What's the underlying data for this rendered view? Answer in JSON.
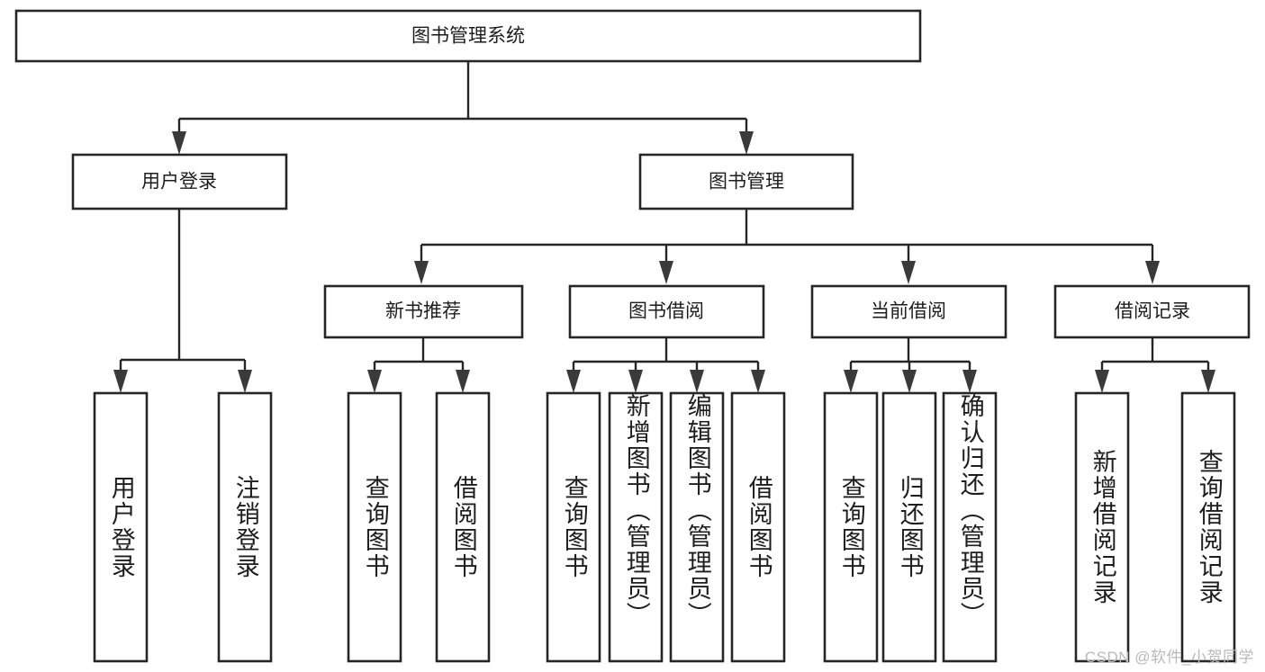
{
  "diagram": {
    "type": "tree-hierarchy-chart",
    "title": "图书管理系统",
    "watermark": "CSDN @软件_小贺同学",
    "colors": {
      "box_stroke": "#262626",
      "box_fill": "#ffffff",
      "connector": "#262626",
      "text": "#1d1d1d",
      "watermark": "#b9b9b9"
    },
    "root": {
      "label": "图书管理系统",
      "orientation": "horizontal"
    },
    "level2": [
      {
        "label": "用户登录",
        "orientation": "horizontal"
      },
      {
        "label": "图书管理",
        "orientation": "horizontal"
      }
    ],
    "level3": [
      {
        "label": "新书推荐",
        "orientation": "horizontal",
        "parent": "图书管理"
      },
      {
        "label": "图书借阅",
        "orientation": "horizontal",
        "parent": "图书管理"
      },
      {
        "label": "当前借阅",
        "orientation": "horizontal",
        "parent": "图书管理"
      },
      {
        "label": "借阅记录",
        "orientation": "horizontal",
        "parent": "图书管理"
      }
    ],
    "leaves": {
      "user_login": [
        {
          "label": "用户登录",
          "orientation": "vertical"
        },
        {
          "label": "注销登录",
          "orientation": "vertical"
        }
      ],
      "new_book_recommend": [
        {
          "label": "查询图书",
          "orientation": "vertical"
        },
        {
          "label": "借阅图书",
          "orientation": "vertical"
        }
      ],
      "book_borrow": [
        {
          "label": "查询图书",
          "orientation": "vertical"
        },
        {
          "label": "新增图书（管理员）",
          "orientation": "vertical"
        },
        {
          "label": "编辑图书（管理员）",
          "orientation": "vertical"
        },
        {
          "label": "借阅图书",
          "orientation": "vertical"
        }
      ],
      "current_borrow": [
        {
          "label": "查询图书",
          "orientation": "vertical"
        },
        {
          "label": "归还图书",
          "orientation": "vertical"
        },
        {
          "label": "确认归还（管理员）",
          "orientation": "vertical"
        }
      ],
      "borrow_record": [
        {
          "label": "新增借阅记录",
          "orientation": "vertical"
        },
        {
          "label": "查询借阅记录",
          "orientation": "vertical"
        }
      ]
    }
  }
}
